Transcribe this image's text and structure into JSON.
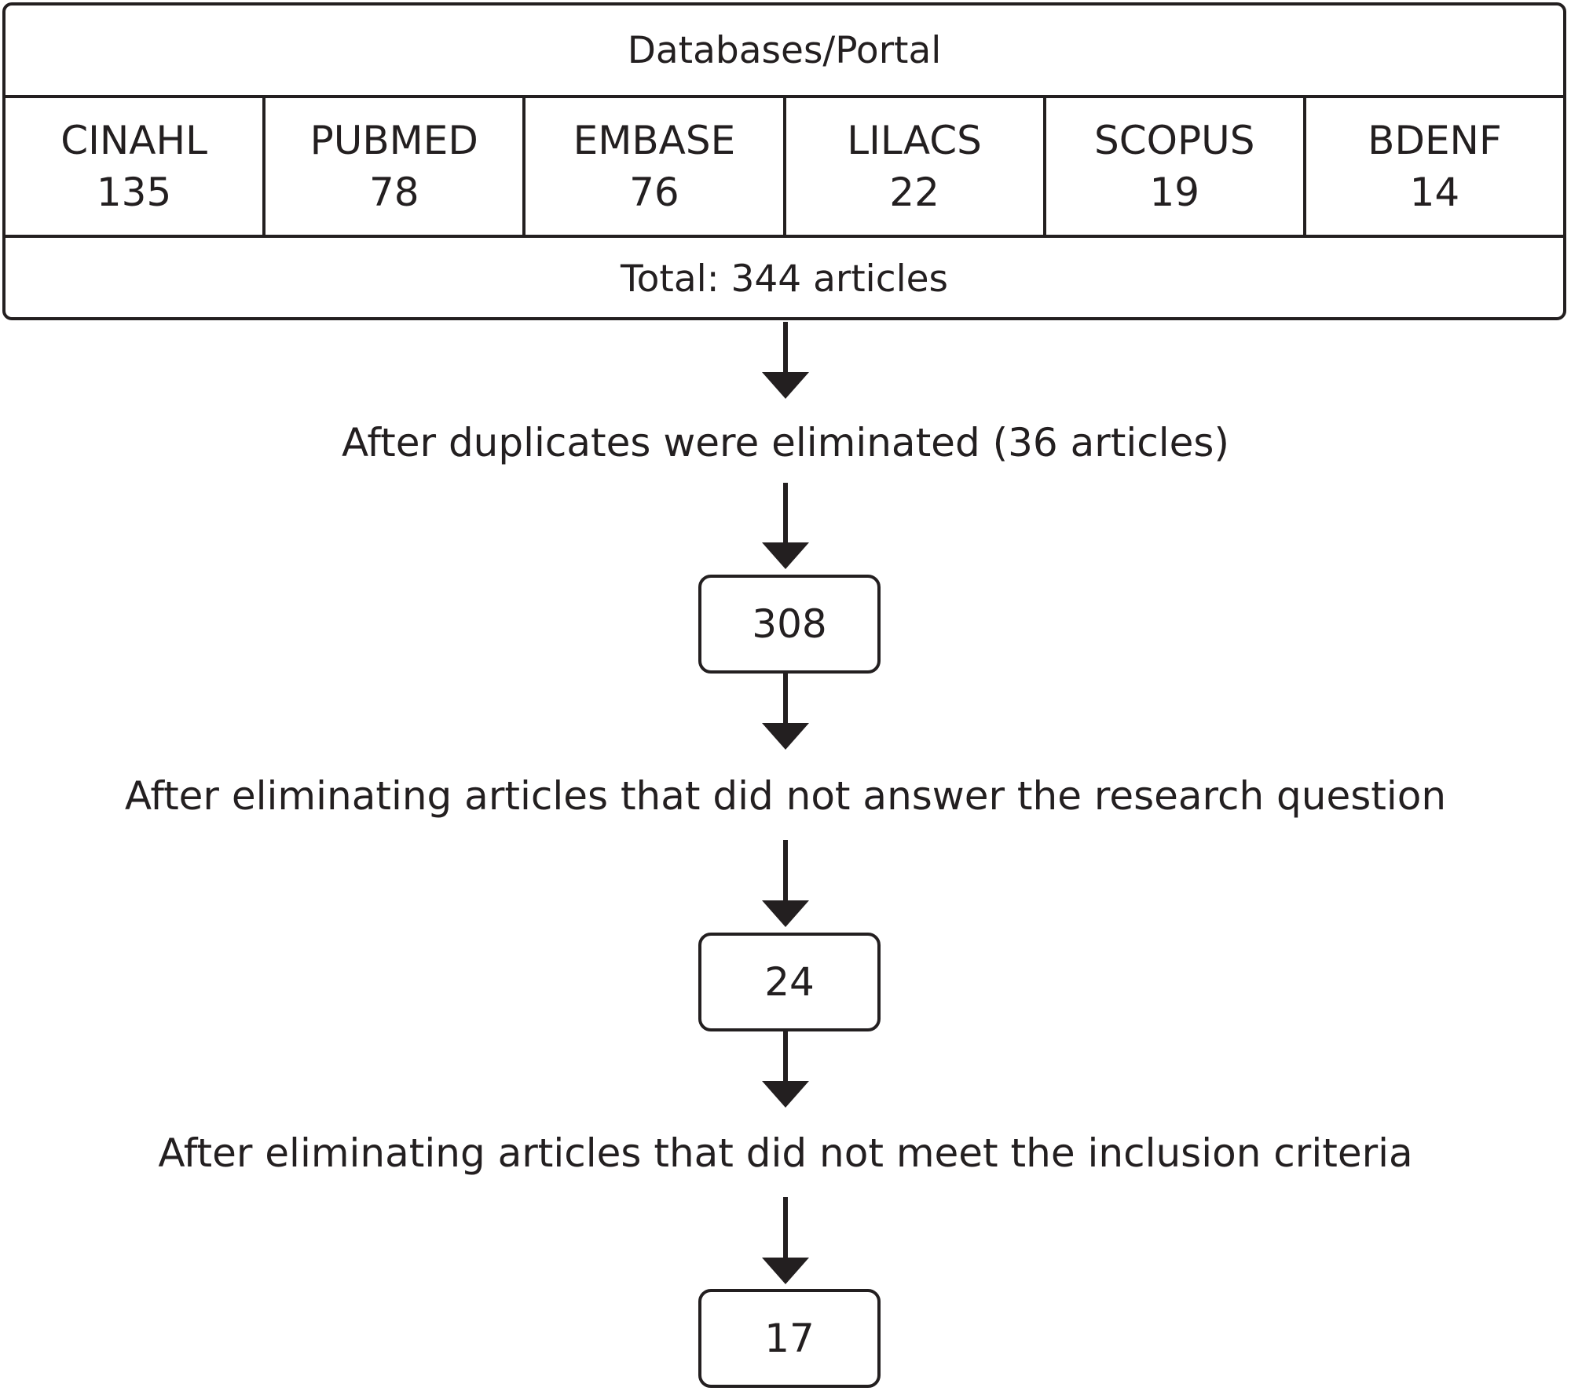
{
  "table": {
    "header": "Databases/Portal",
    "databases": [
      {
        "name": "CINAHL",
        "count": "135"
      },
      {
        "name": "PUBMED",
        "count": "78"
      },
      {
        "name": "EMBASE",
        "count": "76"
      },
      {
        "name": "LILACS",
        "count": "22"
      },
      {
        "name": "SCOPUS",
        "count": "19"
      },
      {
        "name": "BDENF",
        "count": "14"
      }
    ],
    "total": "Total: 344 articles"
  },
  "steps": [
    {
      "label": "After duplicates were eliminated (36 articles)",
      "result": "308"
    },
    {
      "label": "After eliminating articles that did not answer the research question",
      "result": "24"
    },
    {
      "label": "After eliminating articles that did not meet the inclusion criteria",
      "result": "17"
    }
  ]
}
